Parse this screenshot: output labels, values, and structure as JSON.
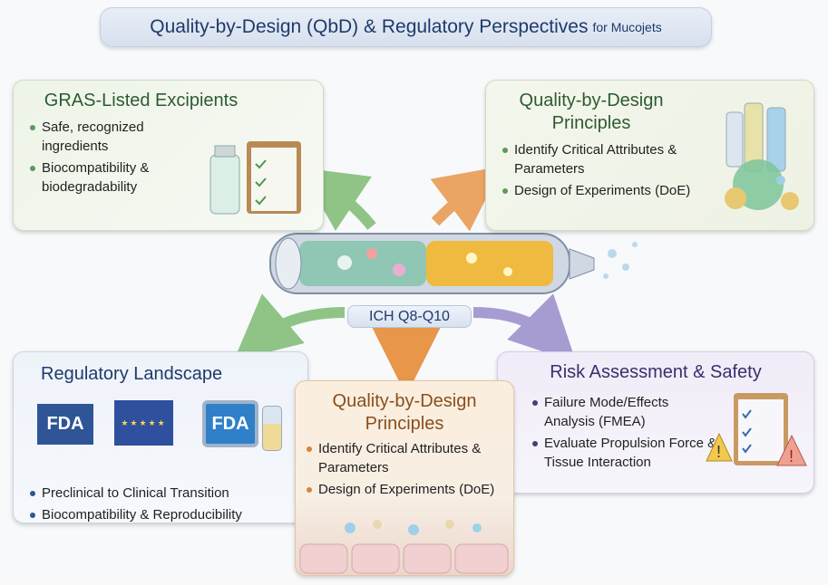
{
  "title": {
    "main": "Quality-by-Design (QbD) & Regulatory Perspectives",
    "suffix": "for Mucojets"
  },
  "gras": {
    "heading": "GRAS-Listed Excipients",
    "items": [
      "Safe, recognized ingredients",
      "Biocompatibility & biodegradability"
    ]
  },
  "qbd_top": {
    "heading": "Quality-by-Design Principles",
    "items": [
      "Identify Critical Attributes & Parameters",
      "Design of Experiments (DoE)"
    ]
  },
  "center": {
    "label": "ICH Q8-Q10"
  },
  "regulatory": {
    "heading": "Regulatory Landscape",
    "logos": [
      "FDA",
      "EU",
      "FDA"
    ],
    "items": [
      "Preclinical to Clinical Transition",
      "Biocompatibility & Reproducibility"
    ]
  },
  "qbd_center": {
    "heading": "Quality-by-Design Principles",
    "items": [
      "Identify Critical Attributes & Parameters",
      "Design of Experiments (DoE)"
    ]
  },
  "risk": {
    "heading": "Risk Assessment & Safety",
    "items": [
      "Failure Mode/Effects Analysis (FMEA)",
      "Evaluate Propulsion Force & Tissue Interaction"
    ]
  },
  "colors": {
    "green": "#7dbb72",
    "orange": "#e8964a",
    "purple": "#9a8ccc",
    "navy": "#1f3a6b"
  }
}
